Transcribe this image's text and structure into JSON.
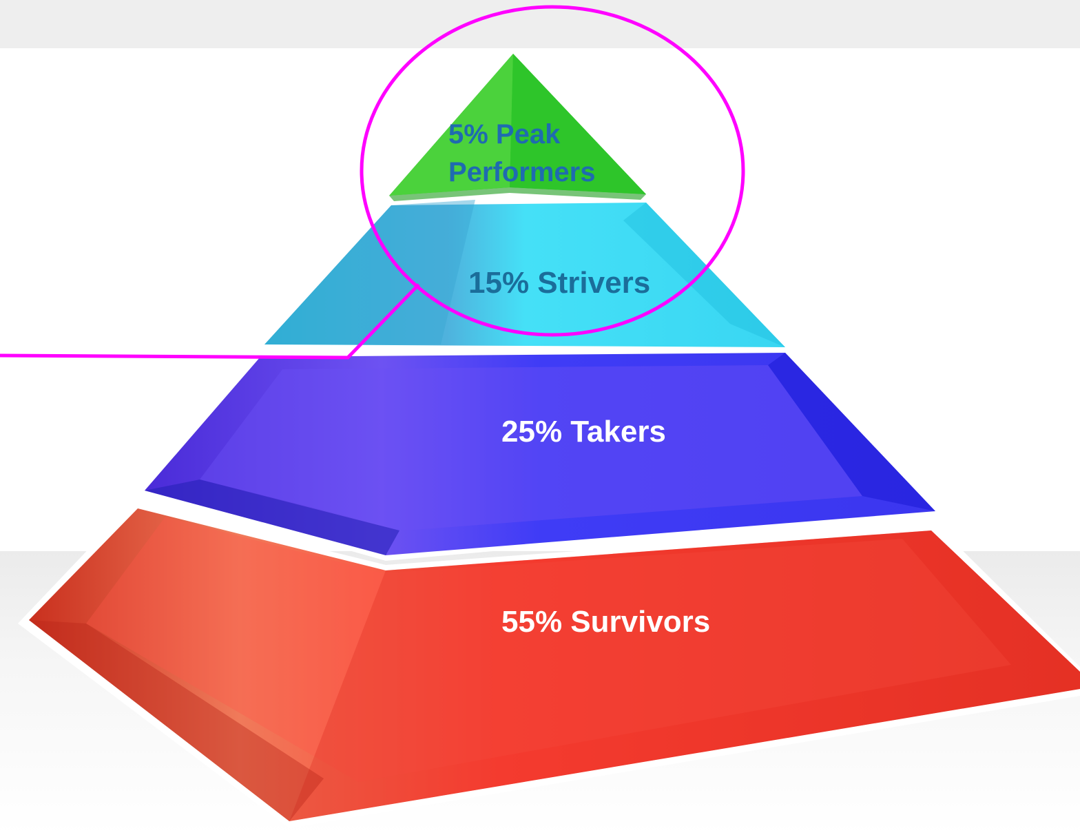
{
  "diagram": {
    "type": "pyramid",
    "levels": [
      {
        "id": "peak",
        "line1": "5% Peak",
        "line2": "Performers",
        "color": "#3fd52e"
      },
      {
        "id": "strivers",
        "label": "15% Strivers",
        "color": "#35d3f0"
      },
      {
        "id": "takers",
        "label": "25% Takers",
        "color": "#2e2bee"
      },
      {
        "id": "survivors",
        "label": "55% Survivors",
        "color": "#ef3b2e"
      }
    ],
    "annotation": {
      "shape": "ellipse",
      "color": "#ff00ff",
      "highlights": "peak"
    }
  }
}
